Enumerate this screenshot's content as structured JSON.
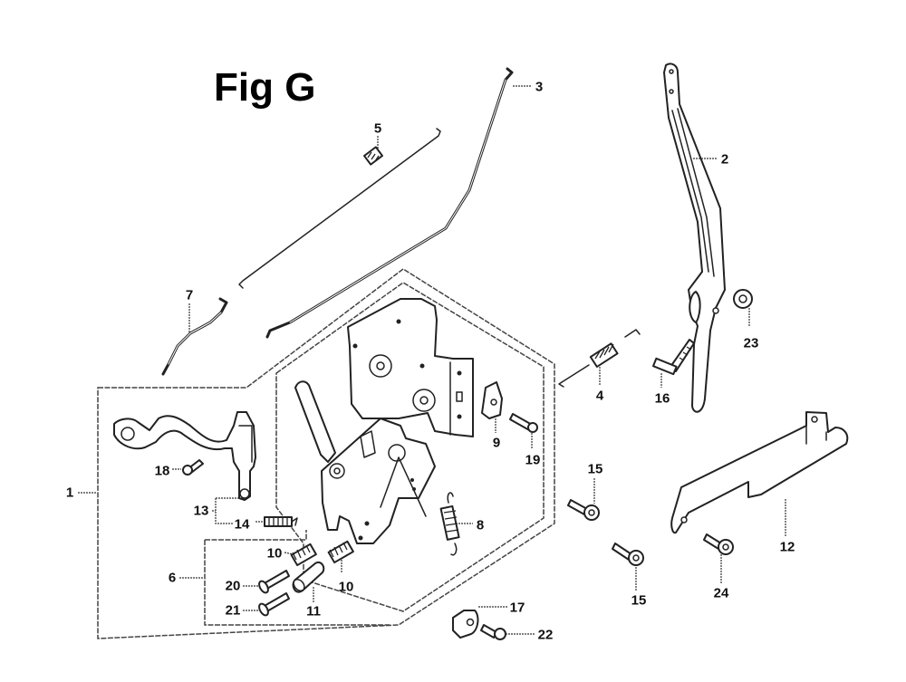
{
  "figure": {
    "title": "Fig G",
    "type": "exploded parts diagram",
    "subject": "control lever / governor linkage assembly"
  },
  "callouts": [
    {
      "id": "1",
      "label": "1",
      "part": "control base assembly (frame group)"
    },
    {
      "id": "2",
      "label": "2",
      "part": "control lever"
    },
    {
      "id": "3",
      "label": "3",
      "part": "governor rod"
    },
    {
      "id": "4",
      "label": "4",
      "part": "spring"
    },
    {
      "id": "5",
      "label": "5",
      "part": "rod with spring"
    },
    {
      "id": "6",
      "label": "6",
      "part": "sub-assembly group"
    },
    {
      "id": "7",
      "label": "7",
      "part": "choke rod"
    },
    {
      "id": "8",
      "label": "8",
      "part": "spring"
    },
    {
      "id": "9",
      "label": "9",
      "part": "clip"
    },
    {
      "id": "10a",
      "label": "10",
      "part": "spring"
    },
    {
      "id": "10b",
      "label": "10",
      "part": "spring"
    },
    {
      "id": "11",
      "label": "11",
      "part": "collar"
    },
    {
      "id": "12",
      "label": "12",
      "part": "plate"
    },
    {
      "id": "13",
      "label": "13",
      "part": "choke lever group"
    },
    {
      "id": "14",
      "label": "14",
      "part": "spring"
    },
    {
      "id": "15a",
      "label": "15",
      "part": "flange bolt"
    },
    {
      "id": "15b",
      "label": "15",
      "part": "flange bolt"
    },
    {
      "id": "16",
      "label": "16",
      "part": "bolt"
    },
    {
      "id": "17",
      "label": "17",
      "part": "cable clamp"
    },
    {
      "id": "18",
      "label": "18",
      "part": "screw"
    },
    {
      "id": "19",
      "label": "19",
      "part": "screw"
    },
    {
      "id": "20",
      "label": "20",
      "part": "screw"
    },
    {
      "id": "21",
      "label": "21",
      "part": "screw"
    },
    {
      "id": "22",
      "label": "22",
      "part": "screw"
    },
    {
      "id": "23",
      "label": "23",
      "part": "nut"
    },
    {
      "id": "24",
      "label": "24",
      "part": "flange bolt"
    }
  ]
}
